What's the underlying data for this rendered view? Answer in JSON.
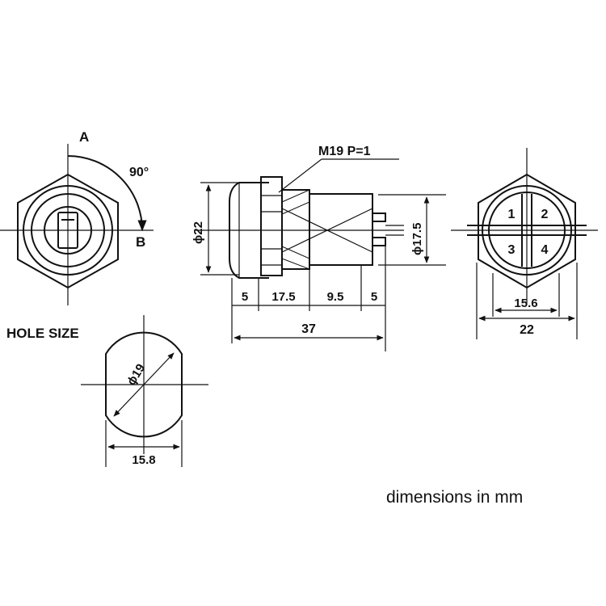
{
  "front_view": {
    "label_a": "A",
    "label_b": "B",
    "angle": "90°"
  },
  "thread_spec": "M19 P=1",
  "side_view": {
    "dia_body": "ϕ22",
    "dia_thread": "ϕ17.5",
    "dim_5a": "5",
    "dim_17_5": "17.5",
    "dim_9_5": "9.5",
    "dim_5b": "5",
    "dim_total": "37"
  },
  "rear_view": {
    "pins": [
      "1",
      "2",
      "3",
      "4"
    ],
    "dim_across_flats": "15.6",
    "dim_across_corners": "22"
  },
  "hole_size": {
    "title": "HOLE SIZE",
    "dia": "ϕ19",
    "flat_width": "15.8"
  },
  "units_note": "dimensions in mm"
}
